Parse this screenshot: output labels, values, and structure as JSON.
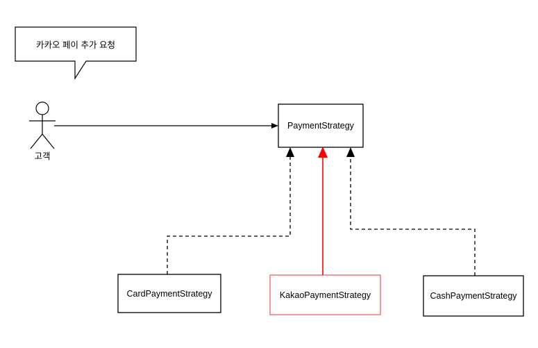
{
  "diagram": {
    "type": "uml-class-diagram",
    "background_color": "#ffffff",
    "callout": {
      "text": "카카오 페이 추가 요청",
      "border_color": "#000000",
      "fill_color": "#ffffff"
    },
    "actor": {
      "label": "고객",
      "color": "#000000"
    },
    "interface_node": {
      "label": "PaymentStrategy",
      "border_color": "#000000",
      "fill_color": "#ffffff"
    },
    "implementations": [
      {
        "label": "CardPaymentStrategy",
        "border_color": "#000000",
        "fill_color": "#ffffff",
        "connector_style": "dashed",
        "connector_color": "#000000",
        "highlighted": "false"
      },
      {
        "label": "KakaoPaymentStrategy",
        "border_color": "#f08080",
        "fill_color": "#ffffff",
        "connector_style": "solid",
        "connector_color": "#ff0000",
        "highlighted": "true"
      },
      {
        "label": "CashPaymentStrategy",
        "border_color": "#000000",
        "fill_color": "#ffffff",
        "connector_style": "dashed",
        "connector_color": "#000000",
        "highlighted": "false"
      }
    ],
    "actor_to_interface_edge": {
      "style": "solid",
      "color": "#000000",
      "arrow": "open-arrow"
    }
  }
}
